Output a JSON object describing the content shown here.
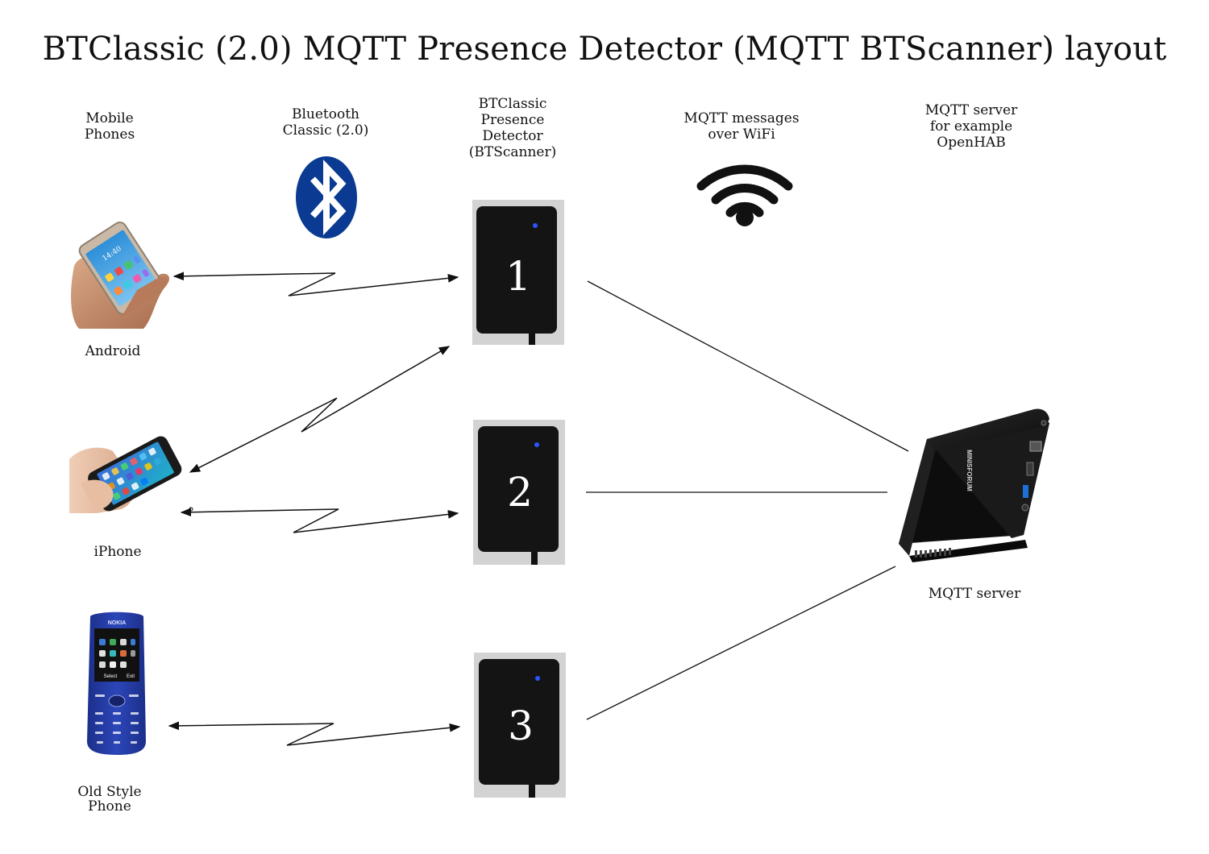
{
  "title": "BTClassic (2.0) MQTT Presence Detector (MQTT BTScanner) layout",
  "headers": {
    "mobile_phones": "Mobile\nPhones",
    "bluetooth": "Bluetooth\nClassic (2.0)",
    "detector": "BTClassic\nPresence\nDetector\n(BTScanner)",
    "mqtt_wifi": "MQTT messages\nover WiFi",
    "server_header": "MQTT server\nfor example\nOpenHAB"
  },
  "phones": [
    {
      "label": "Android"
    },
    {
      "label": "iPhone"
    },
    {
      "label": "Old Style\nPhone"
    }
  ],
  "detectors": [
    {
      "number": "1"
    },
    {
      "number": "2"
    },
    {
      "number": "3"
    }
  ],
  "server": {
    "label": "MQTT server",
    "brand": "MINISFORUM"
  },
  "nokia": {
    "brand": "NOKIA",
    "softkey_left": "Select",
    "softkey_right": "Exit"
  },
  "icons": [
    "bluetooth-icon",
    "wifi-icon"
  ],
  "colors": {
    "bluetooth": "#0a3a91",
    "led": "#2a55ff",
    "device": "#141414"
  }
}
